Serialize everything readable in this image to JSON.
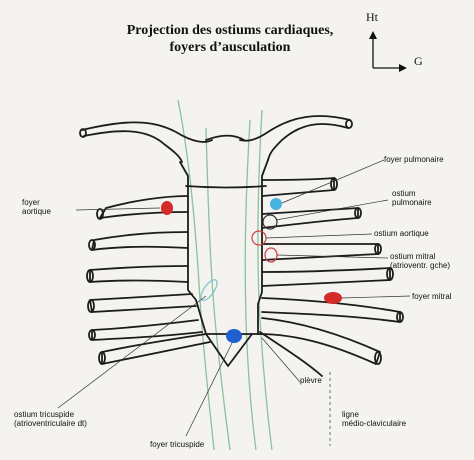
{
  "title_line1": "Projection des ostiums cardiaques,",
  "title_line2": "foyers d’ausculation",
  "axes": {
    "up": "Ht",
    "left": "G"
  },
  "labels": {
    "foyer_aortique_1": "foyer",
    "foyer_aortique_2": "aortique",
    "foyer_pulmonaire": "foyer pulmonaire",
    "ostium_pulmonaire_1": "ostium",
    "ostium_pulmonaire_2": "pulmonaire",
    "ostium_aortique": "ostium aortique",
    "ostium_mitral_1": "ostium mitral",
    "ostium_mitral_2": "(atrioventr. gche)",
    "foyer_mitral": "foyer mitral",
    "plevre": "plèvre",
    "ostium_tricuspide_1": "ostium tricuspide",
    "ostium_tricuspide_2": "(atrioventriculaire dt)",
    "ligne_1": "ligne",
    "ligne_2": "médio-claviculaire",
    "foyer_tricuspide": "foyer tricuspide"
  },
  "colors": {
    "foyer": "#d42a2a",
    "tricuspide_foyer": "#1f5fd0",
    "pulmonaire_foyer": "#49b3e0",
    "ostium_aortique": "#333333",
    "ostium_mitral": "#d04040",
    "ostium_tricuspide": "#7cc4d0",
    "pleura": "#8cc19a"
  }
}
